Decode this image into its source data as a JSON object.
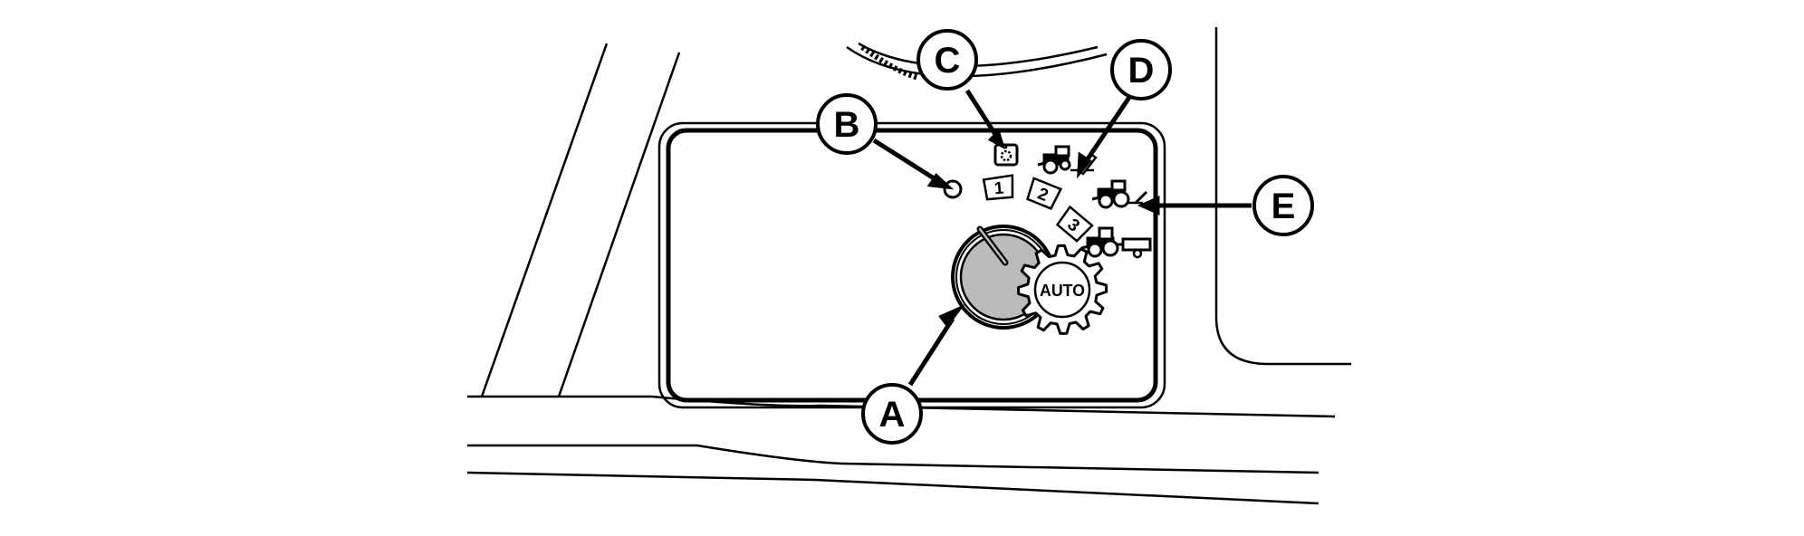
{
  "callouts": {
    "a": "A",
    "b": "B",
    "c": "C",
    "d": "D",
    "e": "E"
  },
  "positions": {
    "one": "1",
    "two": "2",
    "three": "3"
  },
  "auto_label": "AUTO",
  "icons": {
    "pto": "pto-engaged-icon",
    "position_1": "tractor-light-load-icon",
    "position_2": "tractor-field-work-icon",
    "position_3": "tractor-transport-icon",
    "auto": "auto-gear-icon"
  },
  "colors": {
    "line": "#000000",
    "knob_face": "#bbbbbb",
    "background": "#ffffff"
  }
}
